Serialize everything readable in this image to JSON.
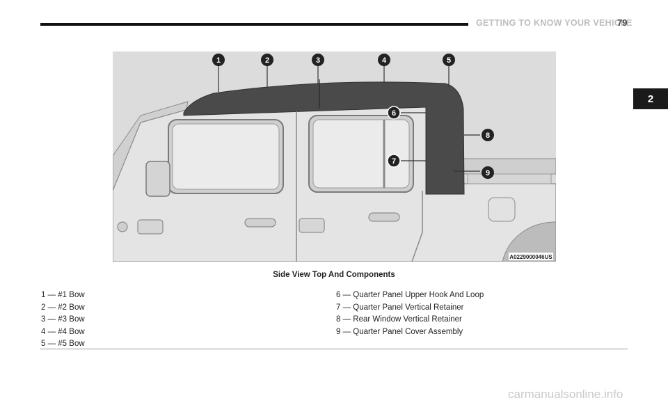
{
  "header": {
    "section_title": "GETTING TO KNOW YOUR VEHICLE",
    "page_number": "79"
  },
  "chapter_tab": "2",
  "figure": {
    "callouts": [
      "1",
      "2",
      "3",
      "4",
      "5",
      "6",
      "7",
      "8",
      "9"
    ],
    "image_code": "A0229000046US",
    "caption": "Side View Top And Components"
  },
  "legend": {
    "left": [
      "1 — #1 Bow",
      "2 — #2 Bow",
      "3 — #3 Bow",
      "4 — #4 Bow",
      "5 — #5 Bow"
    ],
    "right": [
      "6 — Quarter Panel Upper Hook And Loop",
      "7 — Quarter Panel Vertical Retainer",
      "8 — Rear Window Vertical Retainer",
      "9 — Quarter Panel Cover Assembly"
    ]
  },
  "watermark": "carmanualsonline.info"
}
